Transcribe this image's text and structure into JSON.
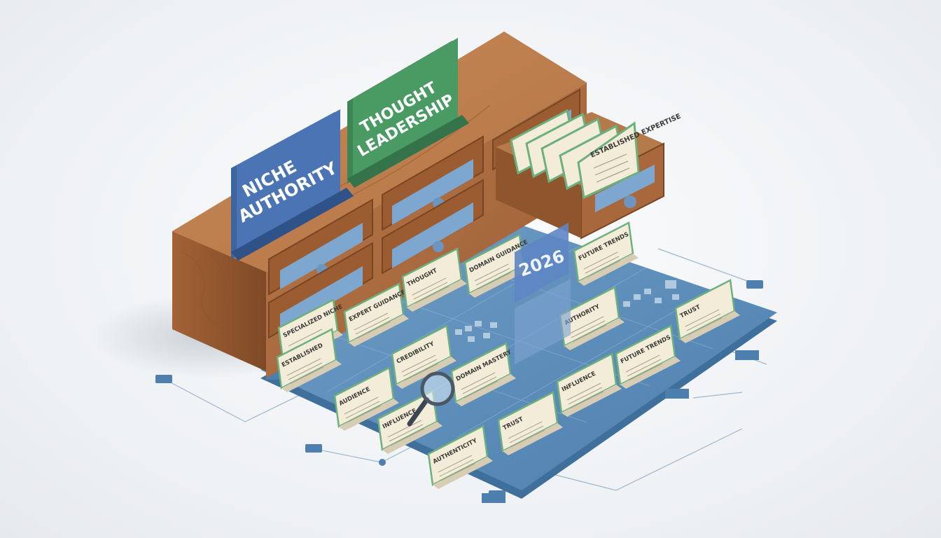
{
  "signs": {
    "niche_authority": {
      "line1": "NICHE",
      "line2": "AUTHORITY",
      "color": "#4a74b3"
    },
    "thought_leadership": {
      "line1": "THOUGHT",
      "line2": "LEADERSHIP",
      "color": "#4a9a63"
    },
    "year": {
      "label": "2026",
      "color": "#5f86c4"
    }
  },
  "drawer_cards": {
    "front_card": "ESTABLISHED EXPERTISE"
  },
  "grid_cards": [
    "SPECIALIZED NICHE",
    "EXPERT GUIDANCE",
    "DOMAIN GUIDANCE",
    "FUTURE TRENDS",
    "ESTABLISHED",
    "THOUGHT",
    "CREDIBILITY",
    "AUTHORITY",
    "TRUST",
    "AUDIENCE",
    "DOMAIN MASTERY",
    "FUTURE TRENDS",
    "INFLUENCE",
    "INFLUENCE",
    "TRUST",
    "AUTHENTICITY"
  ],
  "colors": {
    "wood": "#a8683c",
    "wood_dark": "#7f4a26",
    "grid_platform": "#5a8bb8",
    "card_paper": "#f3ecd8",
    "card_edge": "#6db07e"
  }
}
